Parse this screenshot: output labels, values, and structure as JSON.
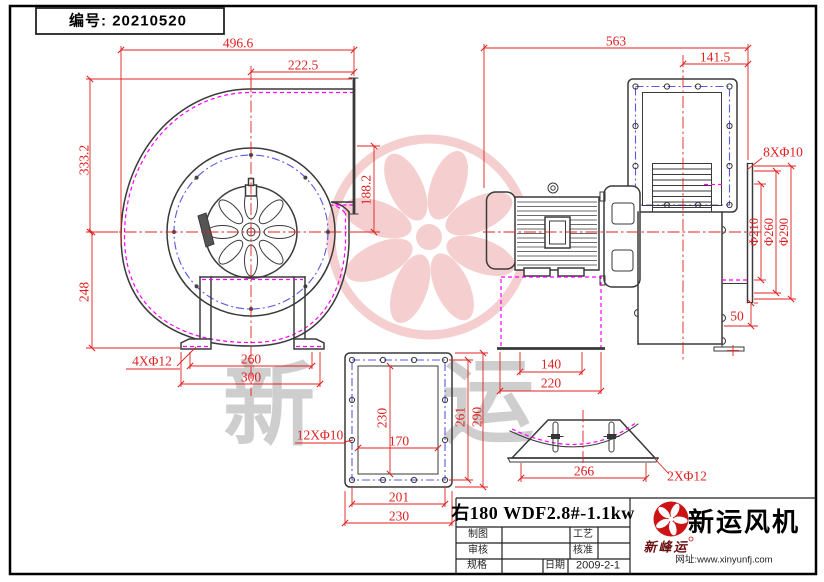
{
  "serial": "编号: 20210520",
  "front": {
    "w_total": "496.6",
    "w_outlet": "222.5",
    "h_upper": "333.2",
    "h_lower": "248",
    "outlet_h": "188.2",
    "base_holes": "4XΦ12",
    "base_hole_span": "260",
    "base_w": "300"
  },
  "side": {
    "len_total": "563",
    "outlet_offset": "141.5",
    "inlet_holes": "8XΦ10",
    "inlet_d1": "Φ210",
    "inlet_d2": "Φ260",
    "inlet_d3": "Φ290",
    "inlet_depth": "50",
    "ped_hole_span": "140",
    "ped_w": "220"
  },
  "flange": {
    "holes": "12XΦ10",
    "inner_h": "230",
    "inner_w": "170",
    "hole_span_v": "261",
    "outer_h": "290",
    "hole_span_h": "201",
    "outer_w": "230"
  },
  "base": {
    "w": "266",
    "holes": "2XΦ12"
  },
  "title_block": {
    "model": "右180 WDF2.8#-1.1kw",
    "drafter_label": "制图",
    "process_label": "工艺",
    "checker_label": "审核",
    "approver_label": "核准",
    "spec_label": "规格",
    "date_label": "日期",
    "date_value": "2009-2-1",
    "brand": "新运风机",
    "brand_script": "新峰运",
    "website": "网址:www.xinyunfj.com"
  },
  "watermark": {
    "char1": "新",
    "char2": "运"
  },
  "colors": {
    "dimension_red": "#e02020",
    "centerline_red": "#e02020",
    "magenta_hidden_line": "#ff00ff",
    "bolt_circle_blue": "#5858e0",
    "drawing_line": "#3a3a3a",
    "logo_red": "#cc1414",
    "watermark_pink": "#f5caca",
    "watermark_gray": "#c3c3c3"
  }
}
